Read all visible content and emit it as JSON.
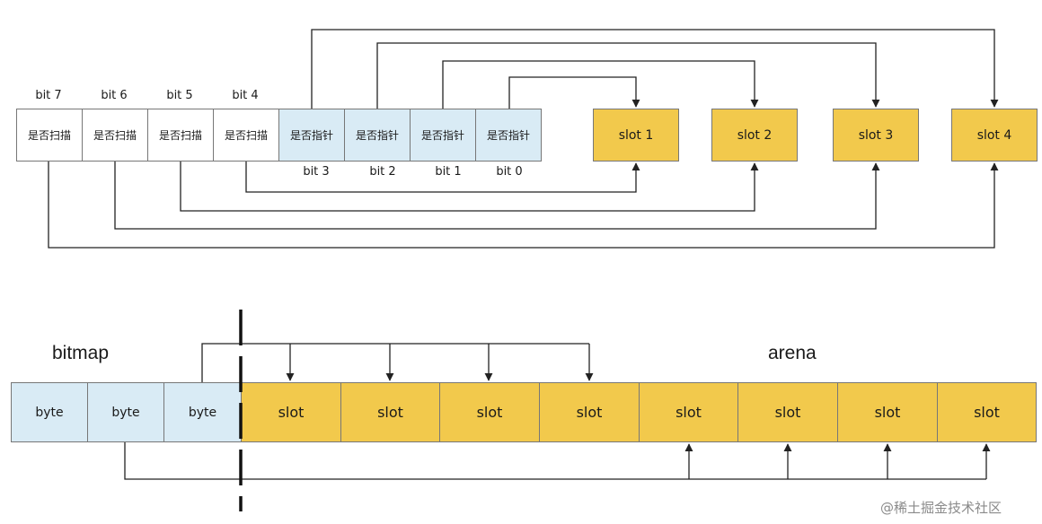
{
  "top": {
    "scan_cell_text": "是否扫描",
    "pointer_cell_text": "是否指针",
    "bits_above": [
      "bit 7",
      "bit 6",
      "bit 5",
      "bit 4"
    ],
    "bits_below": [
      "bit 3",
      "bit 2",
      "bit 1",
      "bit 0"
    ],
    "slots": [
      "slot 1",
      "slot 2",
      "slot 3",
      "slot 4"
    ]
  },
  "bottom": {
    "bitmap_label": "bitmap",
    "arena_label": "arena",
    "byte_label": "byte",
    "slot_label": "slot"
  },
  "watermark": "@稀土掘金技术社区",
  "colors": {
    "gold": "#f2c94c",
    "light_blue": "#d9ebf5",
    "line": "#222222"
  }
}
